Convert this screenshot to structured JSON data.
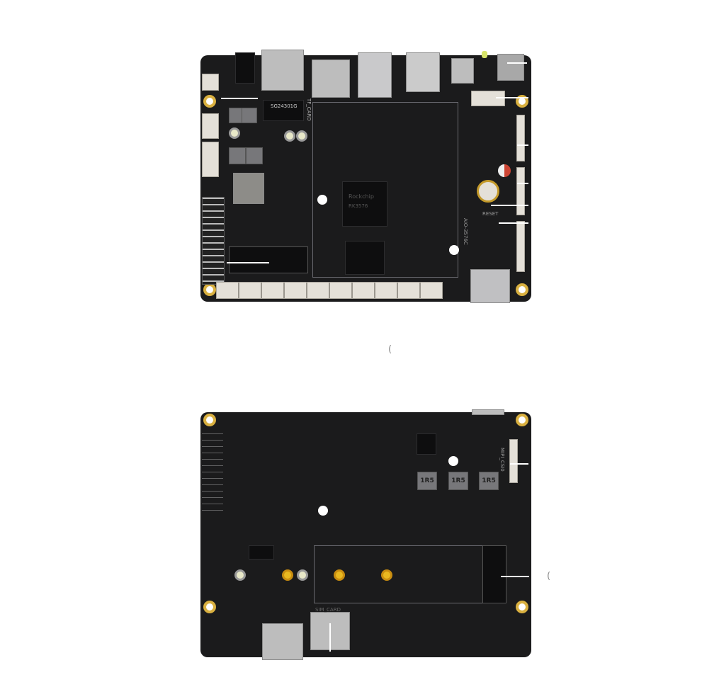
{
  "top_board": {
    "labels": {
      "emmc_chip": "SG24301G",
      "soc_brand": "Rockchip",
      "soc_model": "RK3576",
      "tf_card": "TF_CARD",
      "reset": "RESET",
      "board_name": "AIO-3576C"
    }
  },
  "bottom_board": {
    "labels": {
      "inductor": "1R5",
      "mipi": "MIPI_CSI0",
      "sim_card": "SIM_CARD"
    }
  },
  "annotations": {
    "paren_top": "(",
    "paren_bottom": "("
  },
  "colors": {
    "pcb": "#1b1b1c",
    "mount_ring": "#d9b040",
    "leader_line": "#ffffff"
  }
}
